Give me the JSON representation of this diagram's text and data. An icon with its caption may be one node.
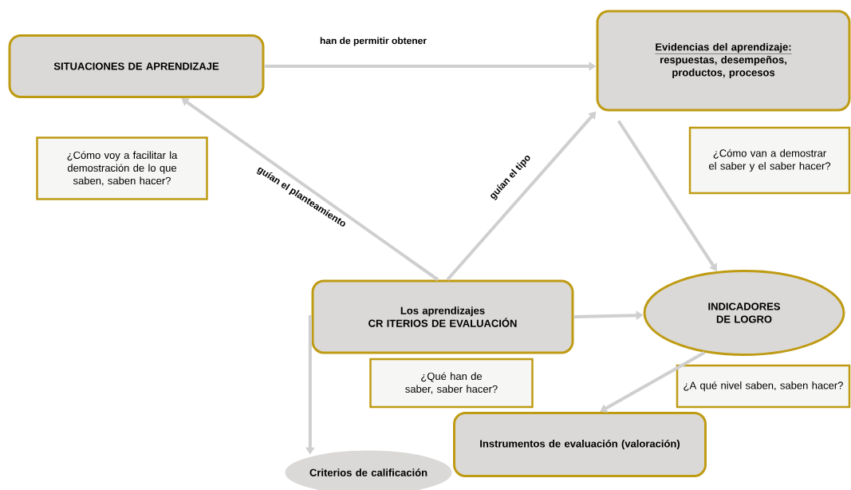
{
  "diagram": {
    "nodes": [
      {
        "text": [
          "SITUACIONES DE APRENDIZAJE"
        ]
      },
      {
        "text": [
          "Evidencias del aprendizaje:",
          "respuestas, desempeños, productos, procesos"
        ]
      },
      {
        "text": [
          "¿Cómo voy a facilitar la demostración de lo que saben, saben hacer?"
        ]
      },
      {
        "text": [
          "¿Cómo van a demostrar el saber y el saber hacer?"
        ]
      },
      {
        "text": [
          "Los aprendizajes",
          "CR ITERIOS DE EVALUACIÓN"
        ]
      },
      {
        "text": [
          "INDICADORES DE LOGRO"
        ]
      },
      {
        "text": [
          "¿Qué han de saber, saber hacer?"
        ]
      },
      {
        "text": [
          "¿A qué nivel saben, saben hacer?"
        ]
      },
      {
        "text": [
          "Instrumentos de evaluación (valoración)"
        ]
      },
      {
        "text": [
          "Criterios de calificación"
        ]
      }
    ],
    "edges": [
      {
        "from": 0,
        "to": 1,
        "arrow": "to",
        "label": "han de permitir obtener"
      },
      {
        "from": 4,
        "to": 0,
        "arrow": "to",
        "label": "guían el planteamiento"
      },
      {
        "from": 4,
        "to": 1,
        "arrow": "to",
        "label": "guían el tipo"
      },
      {
        "from": 1,
        "to": 5,
        "arrow": "to"
      },
      {
        "from": 4,
        "to": 5,
        "arrow": "to"
      },
      {
        "from": 5,
        "to": 8,
        "arrow": "to"
      },
      {
        "from": 4,
        "to": 9,
        "arrow": "to"
      }
    ]
  }
}
